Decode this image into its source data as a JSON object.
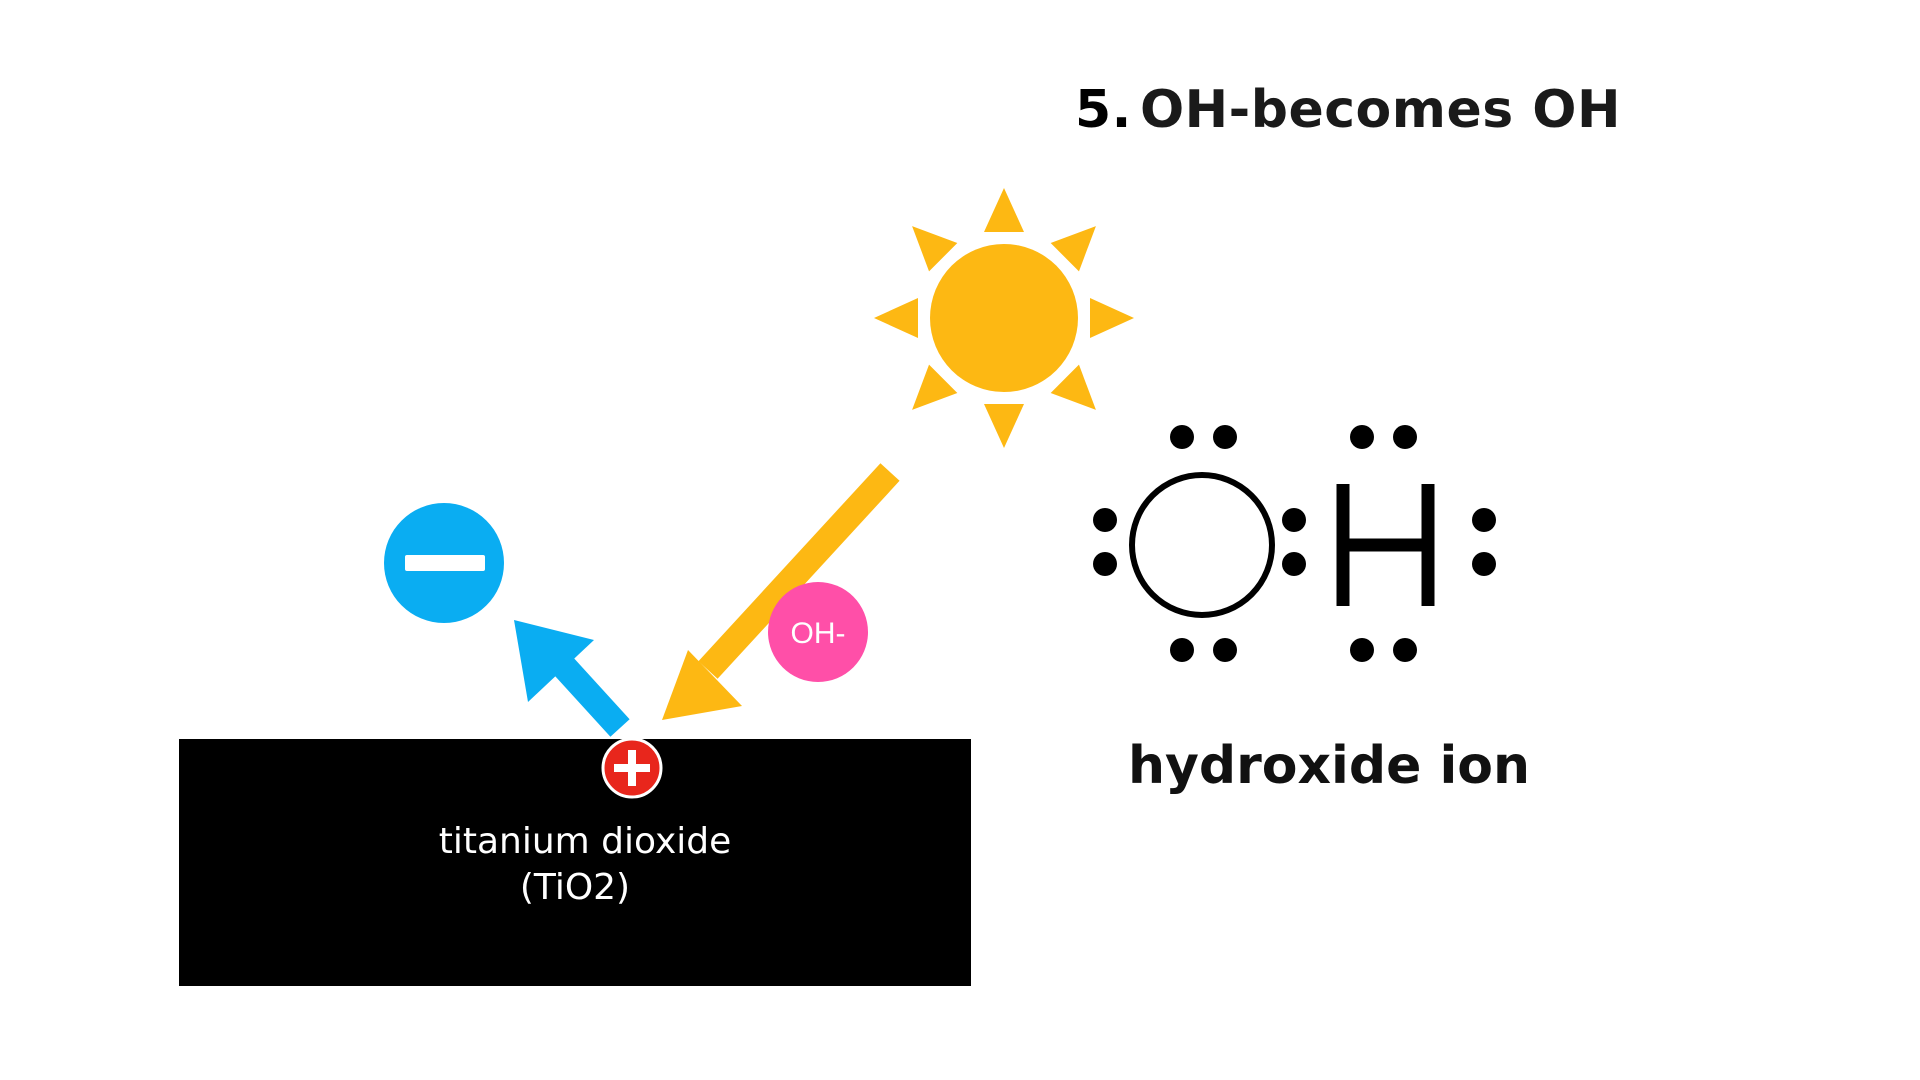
{
  "title": {
    "step": "5.",
    "text": "OH-becomes OH"
  },
  "surface": {
    "line1": "titanium dioxide",
    "line2": "(TiO2)"
  },
  "oh_minus_bubble": {
    "label": "OH-"
  },
  "lewis_structure": {
    "atom1": "O",
    "atom2": "H",
    "caption": "hydroxide ion"
  },
  "colors": {
    "sun": "#FDB813",
    "electron": "#0AADF2",
    "hole": "#E8261C",
    "oh_bubble": "#FF4FA8",
    "surface": "#000000",
    "text": "#111111"
  },
  "icons": [
    "sun-icon",
    "electron-minus-icon",
    "hole-plus-icon",
    "light-arrow-icon",
    "electron-arrow-icon"
  ]
}
